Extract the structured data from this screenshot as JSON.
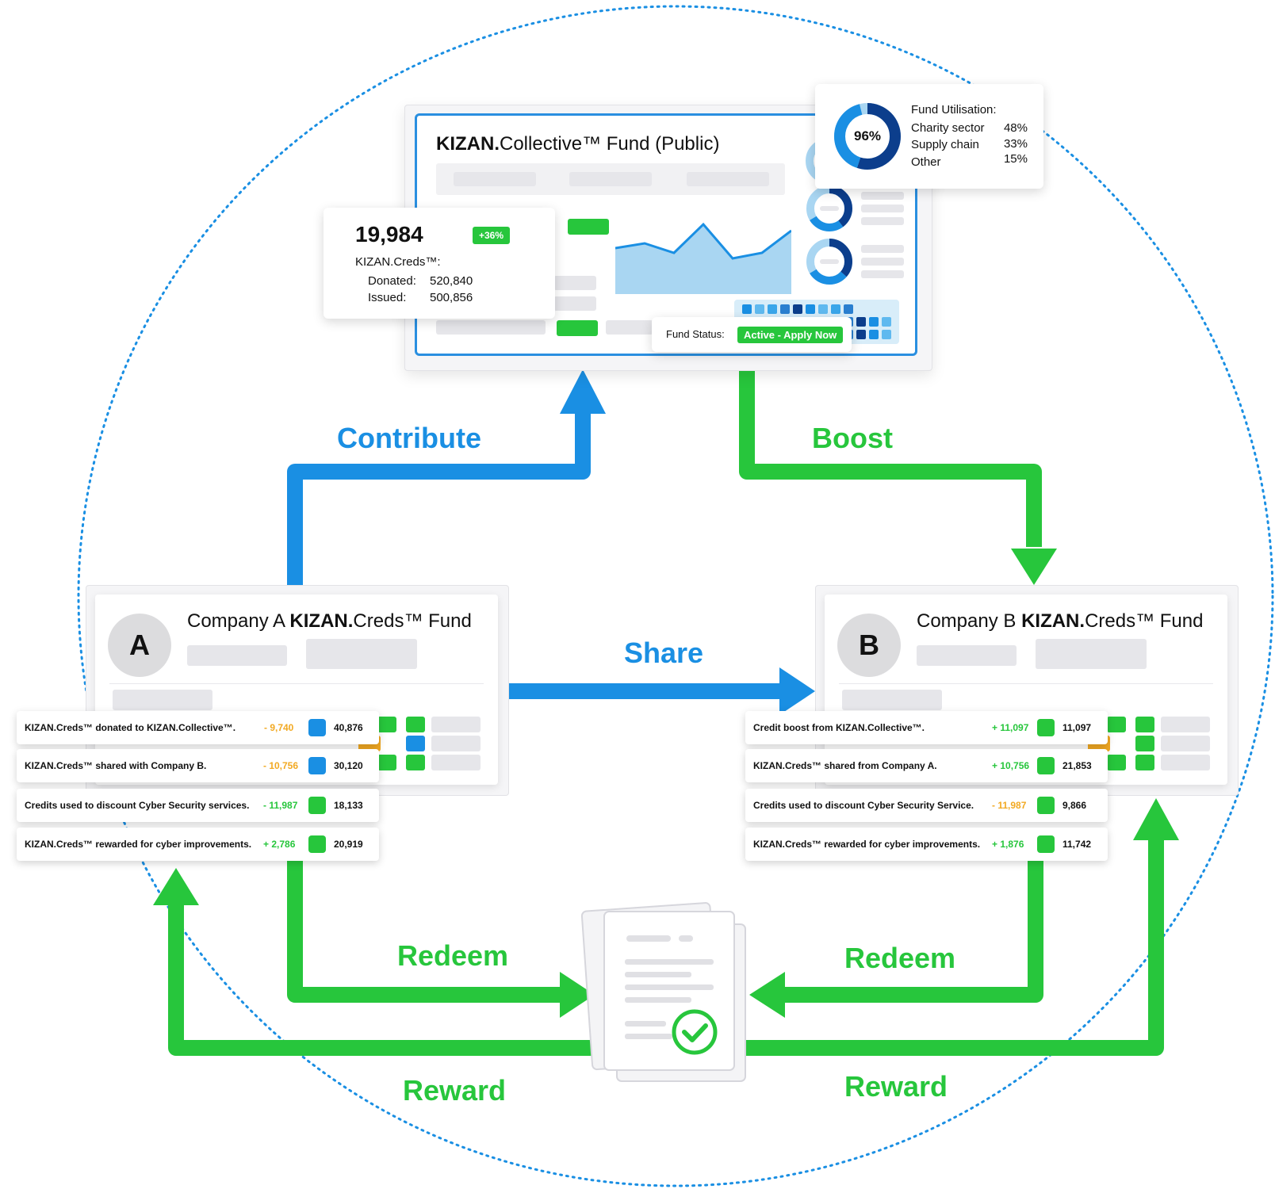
{
  "colors": {
    "blue": "#1a8fe3",
    "green": "#27c63c",
    "amber": "#f2a922",
    "dark_blue": "#0c3e8c",
    "light_blue": "#a9d6f2"
  },
  "flow_labels": {
    "contribute": "Contribute",
    "boost": "Boost",
    "share": "Share",
    "redeem_left": "Redeem",
    "redeem_right": "Redeem",
    "reward_left": "Reward",
    "reward_right": "Reward"
  },
  "collective_fund": {
    "title_brand": "KIZAN.",
    "title_rest": "Collective™ Fund (Public)",
    "utilisation": {
      "percent_label": "96%",
      "percent_value": 96,
      "heading": "Fund Utilisation:",
      "rows": [
        {
          "label": "Charity sector",
          "value": "48%"
        },
        {
          "label": "Supply chain",
          "value": "33%"
        },
        {
          "label": "Other",
          "value": "15%"
        }
      ]
    },
    "stats": {
      "total": "19,984",
      "change_badge": "+36%",
      "creds_label": "KIZAN.Creds™:",
      "donated_label": "Donated:",
      "donated_value": "520,840",
      "issued_label": "Issued:",
      "issued_value": "500,856"
    },
    "status": {
      "label": "Fund Status:",
      "value": "Active - Apply Now"
    },
    "area_chart_values": [
      58,
      64,
      52,
      88,
      45,
      52,
      80
    ]
  },
  "company_a": {
    "avatar": "A",
    "title_prefix": "Company A ",
    "title_brand": "KIZAN.",
    "title_rest": "Creds™ Fund",
    "transactions": [
      {
        "desc": "KIZAN.Creds™ donated to KIZAN.Collective™.",
        "delta": "- 9,740",
        "delta_type": "neg",
        "icon_color": "#1a8fe3",
        "balance": "40,876"
      },
      {
        "desc": "KIZAN.Creds™ shared with Company B.",
        "delta": "- 10,756",
        "delta_type": "neg",
        "icon_color": "#1a8fe3",
        "balance": "30,120"
      },
      {
        "desc": "Credits used to discount Cyber Security services.",
        "delta": "- 11,987",
        "delta_type": "pos",
        "icon_color": "#27c63c",
        "balance": "18,133"
      },
      {
        "desc": "KIZAN.Creds™ rewarded for cyber improvements.",
        "delta": "+ 2,786",
        "delta_type": "pos",
        "icon_color": "#27c63c",
        "balance": "20,919"
      }
    ]
  },
  "company_b": {
    "avatar": "B",
    "title_prefix": "Company B ",
    "title_brand": "KIZAN.",
    "title_rest": "Creds™ Fund",
    "transactions": [
      {
        "desc": "Credit boost from KIZAN.Collective™.",
        "delta": "+ 11,097",
        "delta_type": "pos",
        "icon_color": "#27c63c",
        "balance": "11,097"
      },
      {
        "desc": "KIZAN.Creds™ shared from Company A.",
        "delta": "+ 10,756",
        "delta_type": "pos",
        "icon_color": "#27c63c",
        "balance": "21,853"
      },
      {
        "desc": "Credits used to discount Cyber Security Service.",
        "delta": "- 11,987",
        "delta_type": "neg",
        "icon_color": "#27c63c",
        "balance": "9,866"
      },
      {
        "desc": "KIZAN.Creds™ rewarded for cyber improvements.",
        "delta": "+ 1,876",
        "delta_type": "pos",
        "icon_color": "#27c63c",
        "balance": "11,742"
      }
    ]
  },
  "documents_icon": "documents-check-icon"
}
